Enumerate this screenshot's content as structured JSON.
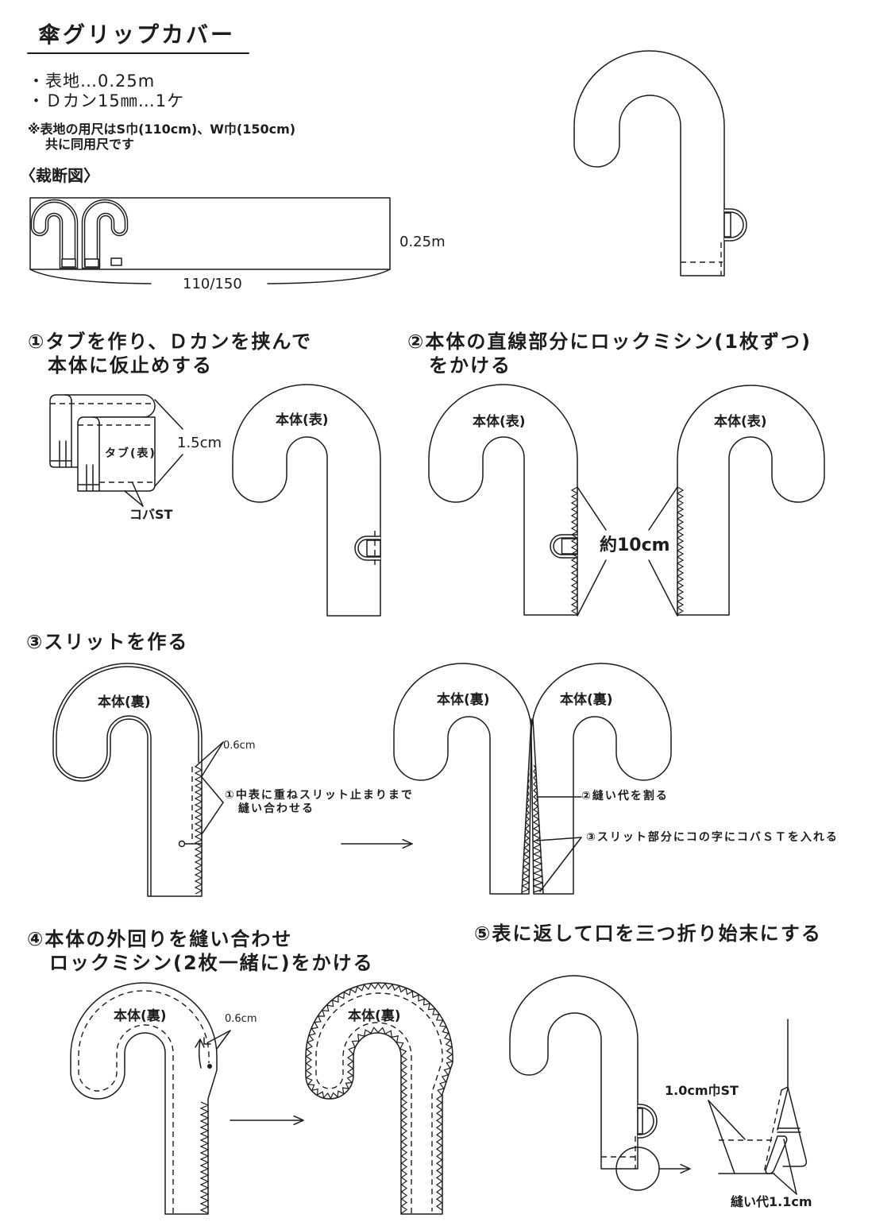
{
  "header": {
    "title": "傘グリップカバー",
    "materials": [
      "・表地…0.25m",
      "・Ｄカン15㎜…1ケ"
    ],
    "note": [
      "※表地の用尺はS巾(110cm)、W巾(150cm)",
      "共に同用尺です"
    ]
  },
  "cutting_diagram": {
    "title": "〈裁断図〉",
    "height_label": "0.25m",
    "width_label": "110/150"
  },
  "steps": [
    {
      "title_lines": [
        "①タブを作り、Ｄカンを挟んで",
        "本体に仮止めする"
      ],
      "tab_label": "タブ(表)",
      "tab_width": "1.5cm",
      "edge_stitch": "コバST",
      "body_label": "本体(表)"
    },
    {
      "title_lines": [
        "②本体の直線部分にロックミシン(1枚ずつ)",
        "をかける"
      ],
      "body_labels": [
        "本体(表)",
        "本体(表)"
      ],
      "overlock_length": "約10cm"
    },
    {
      "title_lines": [
        "③スリットを作る"
      ],
      "body_label": "本体(裏)",
      "seam_width": "0.6cm",
      "instruction_1": [
        "①中表に重ねスリット止まりまで",
        "縫い合わせる"
      ],
      "body_labels": [
        "本体(裏)",
        "本体(裏)"
      ],
      "instruction_2": "②縫い代を割る",
      "instruction_3": "③スリット部分にコの字にコバＳＴを入れる"
    },
    {
      "title_lines": [
        "④本体の外回りを縫い合わせ",
        "ロックミシン(2枚一緒に)をかける"
      ],
      "body_labels": [
        "本体(裏)",
        "本体(裏)"
      ],
      "seam_width": "0.6cm"
    },
    {
      "title_lines": [
        "⑤表に返して口を三つ折り始末にする"
      ],
      "stitch_width": "1.0cm巾ST",
      "seam_allowance": "縫い代1.1cm"
    }
  ]
}
